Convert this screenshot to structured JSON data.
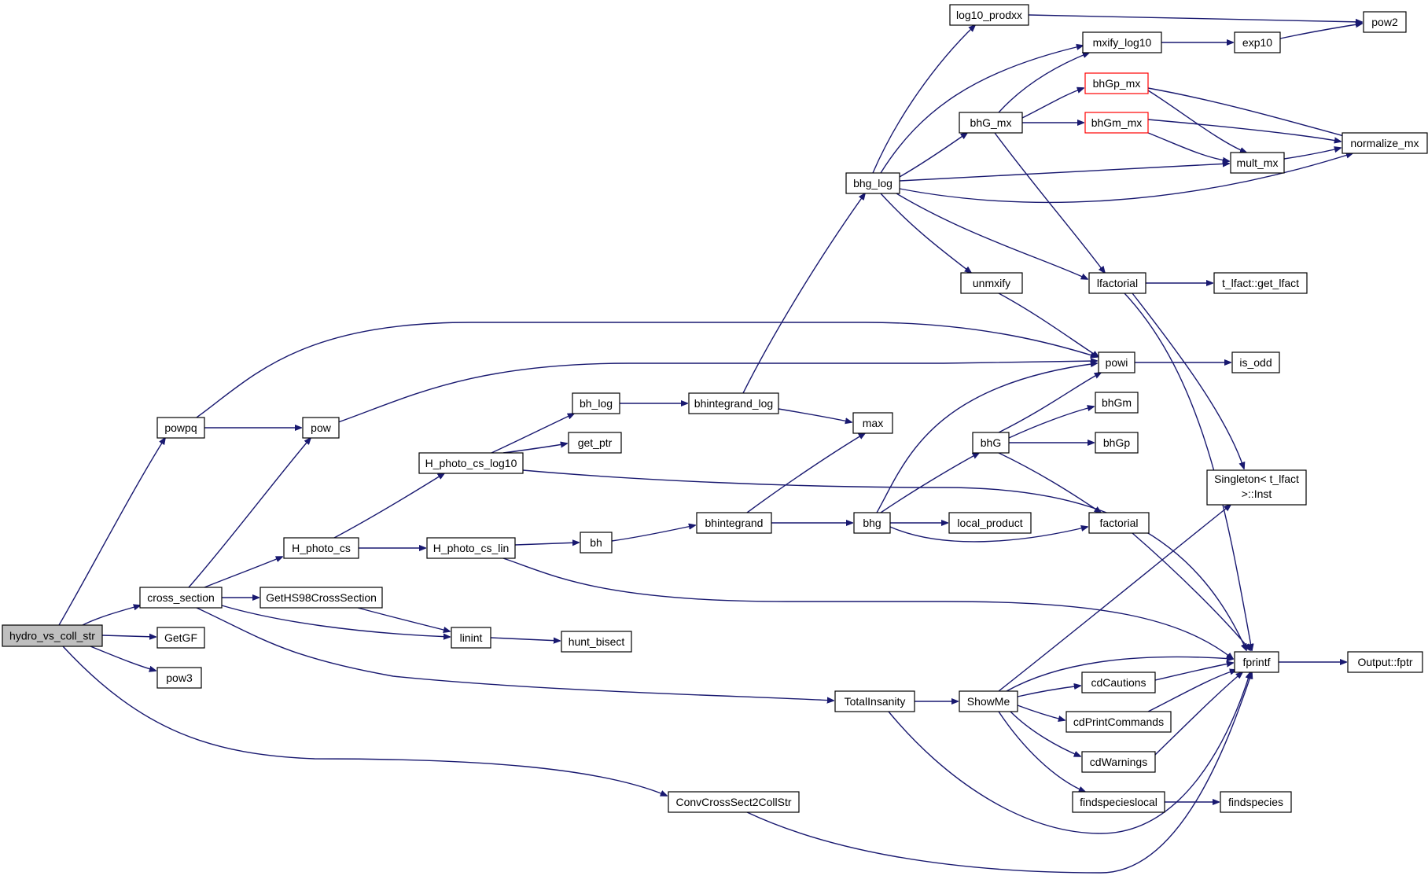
{
  "colors": {
    "edge": "#191970",
    "root_fill": "#bfbfbf",
    "red_border": "#ff0000"
  },
  "nodes": [
    {
      "id": "hydro_vs_coll_str",
      "label": "hydro_vs_coll_str"
    },
    {
      "id": "powpq",
      "label": "powpq"
    },
    {
      "id": "cross_section",
      "label": "cross_section"
    },
    {
      "id": "GetGF",
      "label": "GetGF"
    },
    {
      "id": "pow3",
      "label": "pow3"
    },
    {
      "id": "pow",
      "label": "pow"
    },
    {
      "id": "H_photo_cs",
      "label": "H_photo_cs"
    },
    {
      "id": "GetHS98CrossSection",
      "label": "GetHS98CrossSection"
    },
    {
      "id": "linint",
      "label": "linint"
    },
    {
      "id": "hunt_bisect",
      "label": "hunt_bisect"
    },
    {
      "id": "H_photo_cs_log10",
      "label": "H_photo_cs_log10"
    },
    {
      "id": "H_photo_cs_lin",
      "label": "H_photo_cs_lin"
    },
    {
      "id": "bh_log",
      "label": "bh_log"
    },
    {
      "id": "get_ptr",
      "label": "get_ptr"
    },
    {
      "id": "bh",
      "label": "bh"
    },
    {
      "id": "bhintegrand_log",
      "label": "bhintegrand_log"
    },
    {
      "id": "bhintegrand",
      "label": "bhintegrand"
    },
    {
      "id": "max",
      "label": "max"
    },
    {
      "id": "bhg",
      "label": "bhg"
    },
    {
      "id": "bhg_log",
      "label": "bhg_log"
    },
    {
      "id": "log10_prodxx",
      "label": "log10_prodxx"
    },
    {
      "id": "bhG_mx",
      "label": "bhG_mx"
    },
    {
      "id": "unmxify",
      "label": "unmxify"
    },
    {
      "id": "bhG",
      "label": "bhG"
    },
    {
      "id": "local_product",
      "label": "local_product"
    },
    {
      "id": "TotalInsanity",
      "label": "TotalInsanity"
    },
    {
      "id": "ShowMe",
      "label": "ShowMe"
    },
    {
      "id": "ConvCrossSect2CollStr",
      "label": "ConvCrossSect2CollStr"
    },
    {
      "id": "mxify_log10",
      "label": "mxify_log10"
    },
    {
      "id": "bhGp_mx",
      "label": "bhGp_mx"
    },
    {
      "id": "bhGm_mx",
      "label": "bhGm_mx"
    },
    {
      "id": "lfactorial",
      "label": "lfactorial"
    },
    {
      "id": "powi",
      "label": "powi"
    },
    {
      "id": "bhGm",
      "label": "bhGm"
    },
    {
      "id": "bhGp",
      "label": "bhGp"
    },
    {
      "id": "factorial",
      "label": "factorial"
    },
    {
      "id": "cdCautions",
      "label": "cdCautions"
    },
    {
      "id": "cdPrintCommands",
      "label": "cdPrintCommands"
    },
    {
      "id": "cdWarnings",
      "label": "cdWarnings"
    },
    {
      "id": "findspecieslocal",
      "label": "findspecieslocal"
    },
    {
      "id": "exp10",
      "label": "exp10"
    },
    {
      "id": "mult_mx",
      "label": "mult_mx"
    },
    {
      "id": "t_lfact_get_lfact",
      "label": "t_lfact::get_lfact"
    },
    {
      "id": "is_odd",
      "label": "is_odd"
    },
    {
      "id": "Singleton_Inst",
      "label": "Singleton< t_lfact",
      "label2": ">::Inst"
    },
    {
      "id": "fprintf",
      "label": "fprintf"
    },
    {
      "id": "findspecies",
      "label": "findspecies"
    },
    {
      "id": "pow2",
      "label": "pow2"
    },
    {
      "id": "normalize_mx",
      "label": "normalize_mx"
    },
    {
      "id": "Output_fptr",
      "label": "Output::fptr"
    }
  ]
}
